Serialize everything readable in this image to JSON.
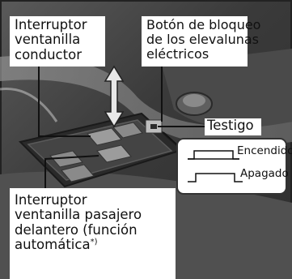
{
  "callouts": {
    "driver_switch": [
      "Interruptor",
      "ventanilla",
      "conductor"
    ],
    "lock_button": [
      "Botón de bloqueo",
      "de los elevalunas",
      "eléctricos"
    ],
    "indicator": "Testigo",
    "passenger_switch": [
      "Interruptor",
      "ventanilla pasajero",
      "delantero (función",
      "automática"
    ],
    "passenger_footnote_mark": "*)"
  },
  "inset": {
    "on_label": "Encendido",
    "off_label": "Apagado"
  },
  "colors": {
    "panel_dark": "#3c3c3c",
    "panel_light": "#7a7a7a",
    "switch_gray": "#9a9a9a",
    "leader_line": "#111111",
    "arrow_fill": "#e8e8e8"
  }
}
